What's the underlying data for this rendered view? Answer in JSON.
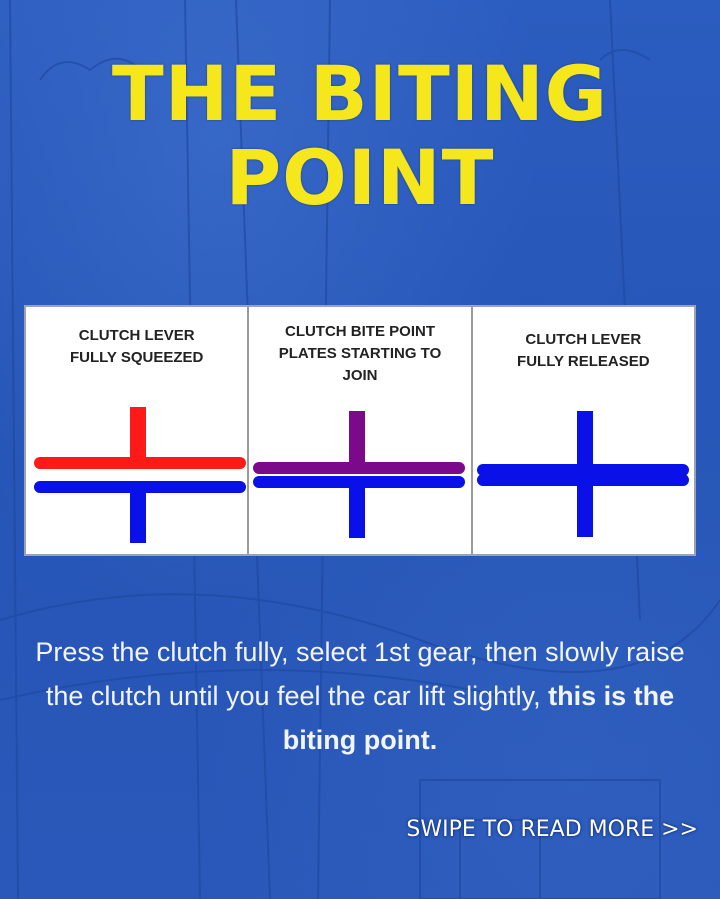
{
  "title": {
    "line1": "THE BITING",
    "line2": "POINT"
  },
  "panels": [
    {
      "label_line1": "CLUTCH LEVER",
      "label_line2": "FULLY SQUEEZED",
      "label_line3": "",
      "upper_color": "#ff1a1a",
      "lower_color": "#0a10e8"
    },
    {
      "label_line1": "CLUTCH BITE POINT",
      "label_line2": "PLATES STARTING TO",
      "label_line3": "JOIN",
      "upper_color": "#7a0a8a",
      "lower_color": "#0a10e8"
    },
    {
      "label_line1": "CLUTCH LEVER",
      "label_line2": "FULLY RELEASED",
      "label_line3": "",
      "upper_color": "#0a10e8",
      "lower_color": "#0a10e8"
    }
  ],
  "caption": {
    "normal": "Press the clutch fully, select 1st gear, then slowly raise the clutch until you feel the car lift slightly, ",
    "bold": "this is the biting point."
  },
  "swipe": {
    "label": "SWIPE TO READ MORE >>"
  },
  "colors": {
    "title": "#f6e71c",
    "background": "#2757b8"
  }
}
